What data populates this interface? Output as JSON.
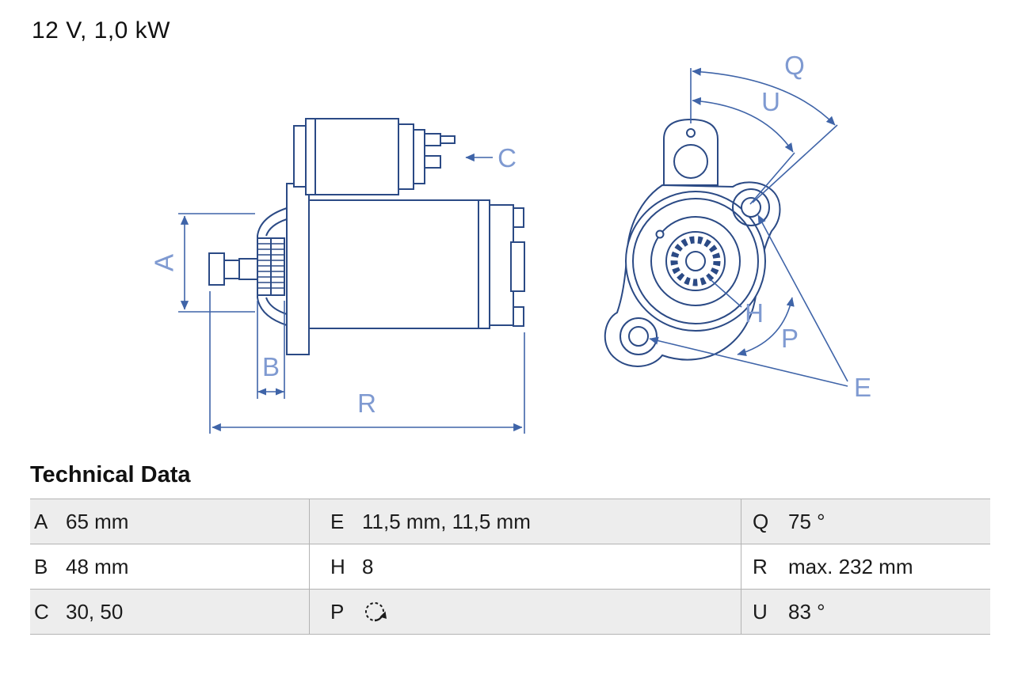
{
  "title": "12 V, 1,0 kW",
  "drawing": {
    "labels": {
      "A": "A",
      "B": "B",
      "C": "C",
      "R": "R",
      "Q": "Q",
      "U": "U",
      "H": "H",
      "P": "P",
      "E": "E"
    },
    "views": [
      "starter-motor-side-view",
      "starter-motor-front-flange-view"
    ]
  },
  "table": {
    "heading": "Technical Data",
    "rows": [
      {
        "cells": [
          {
            "key": "A",
            "value": "65 mm"
          },
          {
            "key": "E",
            "value": "11,5 mm, 11,5 mm"
          },
          {
            "key": "Q",
            "value": "75 °"
          }
        ]
      },
      {
        "cells": [
          {
            "key": "B",
            "value": "48 mm"
          },
          {
            "key": "H",
            "value": "8"
          },
          {
            "key": "R",
            "value": "max. 232 mm"
          }
        ]
      },
      {
        "cells": [
          {
            "key": "C",
            "value": "30, 50"
          },
          {
            "key": "P",
            "value": ""
          },
          {
            "key": "U",
            "value": "83 °"
          }
        ]
      }
    ],
    "icons": {
      "p_value": "rotation-clockwise-icon"
    }
  },
  "colors": {
    "drawing_outline": "#2b4a85",
    "dimension_line": "#3f64a8",
    "dimension_label": "#7f9ad1",
    "table_stripe": "#ededed",
    "table_border": "#b3b3b3",
    "text": "#1b1b1b"
  }
}
